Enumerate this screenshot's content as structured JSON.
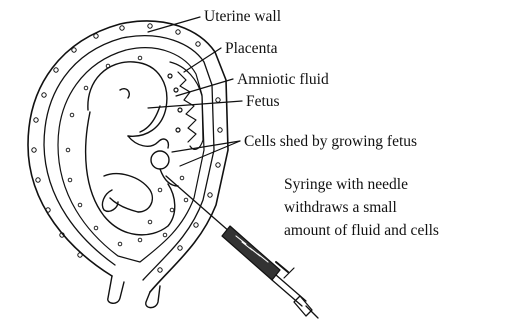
{
  "diagram": {
    "labels": {
      "uterine_wall": "Uterine wall",
      "placenta": "Placenta",
      "amniotic_fluid": "Amniotic fluid",
      "fetus": "Fetus",
      "cells_shed": "Cells shed by growing fetus"
    },
    "syringe_caption": [
      "Syringe with needle",
      "withdraws a small",
      "amount of fluid and cells"
    ]
  },
  "colors": {
    "ink": "#111111",
    "background": "#ffffff"
  }
}
